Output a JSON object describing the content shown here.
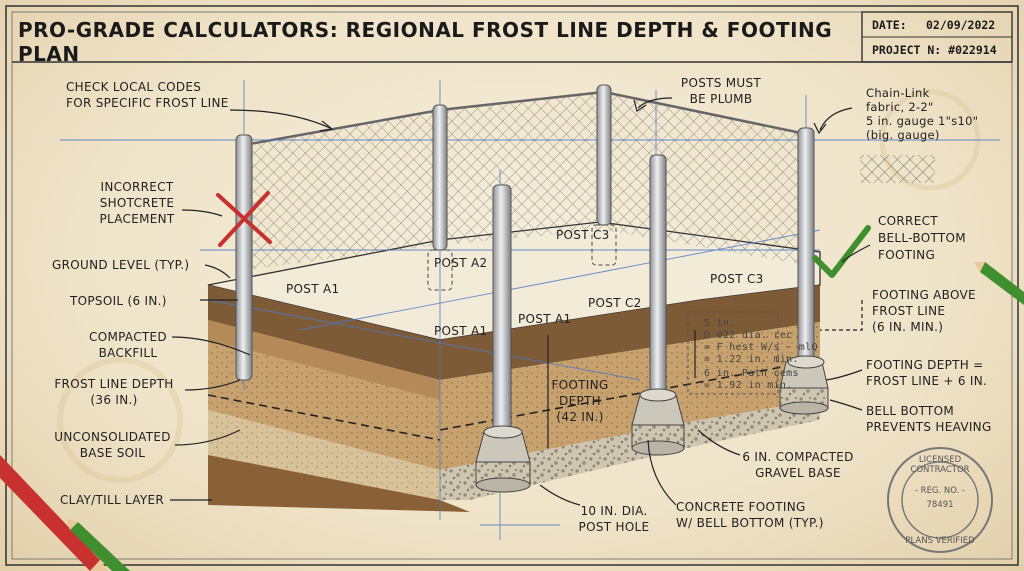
{
  "title": "PRO-GRADE CALCULATORS: REGIONAL FROST LINE DEPTH & FOOTING PLAN",
  "title_block": {
    "date_label": "DATE:",
    "date_value": "02/09/2022",
    "project": "PROJECT N: #022914"
  },
  "left_labels": {
    "check_codes": [
      "CHECK LOCAL CODES",
      "FOR SPECIFIC FROST LINE"
    ],
    "incorrect": [
      "INCORRECT",
      "SHOTCRETE",
      "PLACEMENT"
    ],
    "ground_level": "GROUND LEVEL (TYP.)",
    "topsoil": "TOPSOIL (6 in.)",
    "backfill": [
      "COMPACTED",
      "BACKFILL"
    ],
    "frost_line": [
      "FROST LINE DEPTH",
      "(36 IN.)"
    ],
    "base_soil": [
      "UNCONSOLIDATED",
      "BASE SOIL"
    ],
    "clay": "CLAY/TILL LAYER"
  },
  "top_labels": {
    "plumb": [
      "POSTS MUST",
      "BE PLUMB"
    ]
  },
  "chain_link": [
    "Chain-Link",
    "fabric, 2-2\"",
    "5 in. gauge 1\"s10\"",
    "(big. gauge)"
  ],
  "right_labels": {
    "correct": [
      "CORRECT",
      "BELL-BOTTOM",
      "FOOTING"
    ],
    "above": [
      "FOOTING ABOVE",
      "FROST LINE",
      "(6 in. MIN.)"
    ],
    "depth_eq": [
      "FOOTING DEPTH =",
      "FROST LINE + 6 IN."
    ],
    "bell": [
      "BELL BOTTOM",
      "PREVENTS HEAVING"
    ]
  },
  "bottom_labels": {
    "gravel": [
      "6 in. COMPACTED",
      "GRAVEL BASE"
    ],
    "concrete": [
      "CONCRETE FOOTING",
      "W/ BELL BOTTOM (TYP.)"
    ],
    "hole": [
      "10 in. DIA.",
      "POST HOLE"
    ]
  },
  "post_labels": {
    "a1_left": "POST A1",
    "a2": "POST A2",
    "c3_back": "POST C3",
    "a1_mid": "POST A1",
    "a1_front": "POST A1",
    "c2": "POST C2",
    "c3_right": "POST C3"
  },
  "footing_depth": [
    "FOOTING",
    "DEPTH",
    "(42 in.)"
  ],
  "notes": [
    "5 in.",
    "D 022 dia. rec",
    "= F hest W/s - mlQ",
    "= 1.22 in. min.",
    "6 in. Path cems",
    "= 1.92 in min."
  ],
  "stamp": {
    "ring_top": "LICENSED CONTRACTOR",
    "reg": "- REG. NO. -",
    "number": "78491",
    "ring_bottom": "PLANS VERIFIED"
  },
  "colors": {
    "paper": "#f3ead4",
    "ink": "#222222",
    "blue": "#4a78c8",
    "red": "#c9312e",
    "green": "#3f8f2e",
    "soil": "#c8a26e",
    "backfill": "#b9925f",
    "concrete": "#bdb9ae"
  }
}
